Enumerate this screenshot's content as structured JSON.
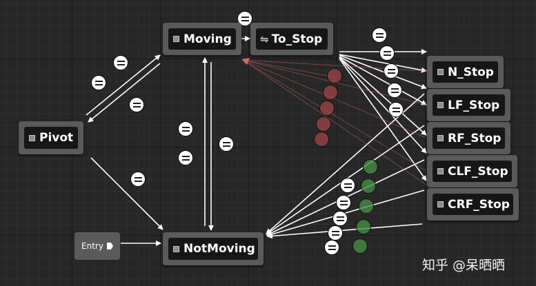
{
  "graph": {
    "nodes": {
      "moving": "Moving",
      "to_stop": "To_Stop",
      "pivot": "Pivot",
      "not_moving": "NotMoving",
      "n_stop": "N_Stop",
      "lf_stop": "LF_Stop",
      "rf_stop": "RF_Stop",
      "clf_stop": "CLF_Stop",
      "crf_stop": "CRF_Stop"
    },
    "entry_label": "Entry",
    "colors": {
      "wire": "#ffffff",
      "faded_wire": "#c06060",
      "node_frame": "#5a5a5a",
      "node_body": "#161616",
      "background": "#272727"
    }
  },
  "watermark": "知乎 @呆晒晒"
}
